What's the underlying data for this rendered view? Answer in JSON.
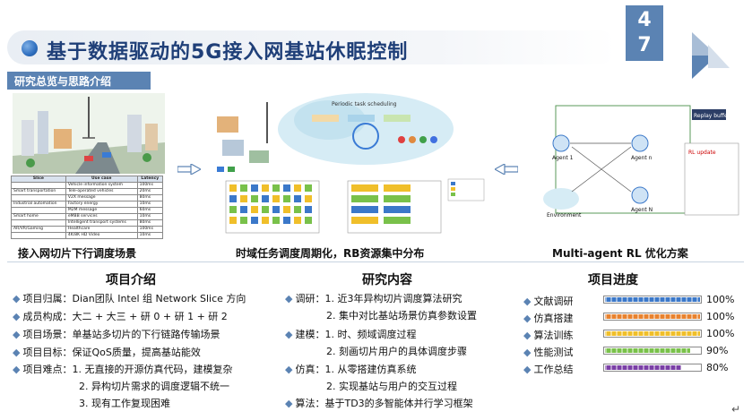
{
  "page": {
    "number": "4\n7",
    "number_top": "4",
    "number_bottom": "7"
  },
  "title": "基于数据驱动的5G接入网基站休眠控制",
  "section_header": "研究总览与思路介绍",
  "figures": {
    "left_caption": "接入网切片下行调度场景",
    "middle_caption": "时域任务调度周期化，RB资源集中分布",
    "right_caption": "Multi-agent RL 优化方案",
    "middle_top_label": "Periodic task scheduling",
    "slice_table": {
      "headers": [
        "Slice",
        "Use case",
        "Latency"
      ],
      "rows": [
        [
          "",
          "Vehicle information system",
          "100ms"
        ],
        [
          "Smart transportation",
          "Tele-operated vehicles",
          "20ms"
        ],
        [
          "",
          "V2X message",
          "80ms"
        ],
        [
          "Industrial automation",
          "Factory energy",
          "10ms"
        ],
        [
          "",
          "M2M message",
          "60ms"
        ],
        [
          "Smart home",
          "eMBB services",
          "10ms"
        ],
        [
          "",
          "Intelligent transport systems",
          "80ms"
        ],
        [
          "AR/VR/Gaming",
          "Healthcare",
          "100ms"
        ],
        [
          "",
          "4K/8K HD Video",
          "10ms"
        ]
      ]
    },
    "rl_labels": {
      "replay": "Replay buffer",
      "agent1": "Agent 1",
      "agentn": "Agent n",
      "agentN": "Agent N",
      "env": "Environment",
      "rl_update": "RL update"
    }
  },
  "columns": {
    "intro": {
      "title": "项目介绍",
      "lines": [
        "项目归属：Dian团队 Intel 组 Network Slice 方向",
        "成员构成：大二 + 大三 + 研 0 + 研 1 + 研 2",
        "项目场景：单基站多切片的下行链路传输场景",
        "项目目标：保证QoS质量，提高基站能效",
        "项目难点：1. 无直接的开源仿真代码，建模复杂",
        "2. 异构切片需求的调度逻辑不统一",
        "3. 现有工作复现困难"
      ]
    },
    "research": {
      "title": "研究内容",
      "lines": [
        "调研：1. 近3年异构切片调度算法研究",
        "2. 集中对比基站场景仿真参数设置",
        "建模：1. 时、频域调度过程",
        "2. 刻画切片用户的具体调度步骤",
        "仿真：1. 从零搭建仿真系统",
        "2. 实现基站与用户的交互过程",
        "算法：基于TD3的多智能体并行学习框架"
      ]
    },
    "progress": {
      "title": "项目进度",
      "items": [
        {
          "label": "文献调研",
          "value": "100%",
          "fraction": 1.0,
          "color": "#3b78c9"
        },
        {
          "label": "仿真搭建",
          "value": "100%",
          "fraction": 1.0,
          "color": "#e8822e"
        },
        {
          "label": "算法训练",
          "value": "100%",
          "fraction": 1.0,
          "color": "#f0bf2a"
        },
        {
          "label": "性能测试",
          "value": "90%",
          "fraction": 0.9,
          "color": "#79c14a"
        },
        {
          "label": "工作总结",
          "value": "80%",
          "fraction": 0.8,
          "color": "#7a3fa6"
        }
      ]
    }
  }
}
